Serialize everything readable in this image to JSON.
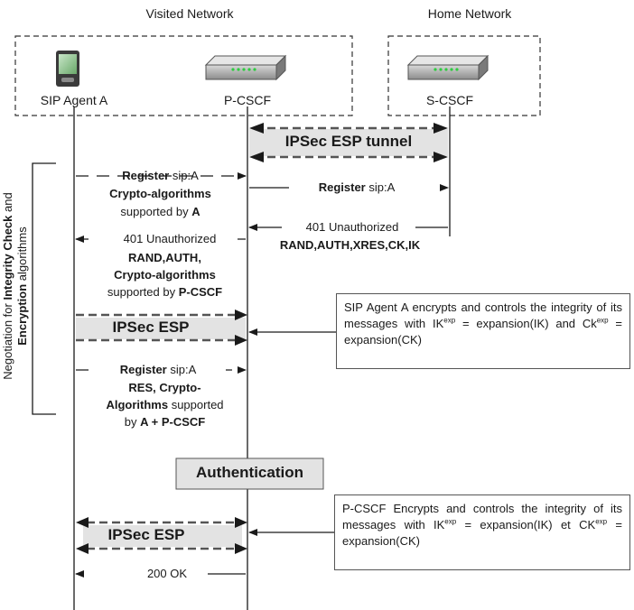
{
  "zones": {
    "visited": "Visited Network",
    "home": "Home Network"
  },
  "entities": {
    "agent": "SIP Agent A",
    "pcscf": "P-CSCF",
    "scscf": "S-CSCF"
  },
  "tunnel": "IPSec ESP tunnel",
  "negotiation_label": {
    "pre": "Negotiation for ",
    "b1": "Integrity Check",
    "mid": " and ",
    "b2": "Encryption",
    "post": " algorithms"
  },
  "messages": {
    "m1_bold": "Register",
    "m1_rest": " sip:A",
    "m1_line2": "Crypto-algorithms",
    "m1_line3_pre": "supported by ",
    "m1_line3_b": "A",
    "m2_bold": "Register",
    "m2_rest": " sip:A",
    "m3_line1": "401 Unauthorized",
    "m3_line2": "RAND,AUTH,XRES,CK,IK",
    "m4_line1": "401 Unauthorized",
    "m4_line2": "RAND,AUTH,",
    "m4_line3": "Crypto-algorithms",
    "m4_line4_pre": "supported by ",
    "m4_line4_b": "P-CSCF",
    "esp1": "IPSec ESP",
    "m5_bold": "Register",
    "m5_rest": " sip:A",
    "m5_line2": "RES, Crypto-",
    "m5_line3_b": "Algorithms",
    "m5_line3_rest": " supported",
    "m5_line4_pre": "by ",
    "m5_line4_b": "A + P-CSCF",
    "auth": "Authentication",
    "esp2": "IPSec ESP",
    "ok": "200 OK"
  },
  "notes": {
    "n1_a": "SIP Agent A encrypts and controls the integrity of its messages with IK",
    "n1_sup1": "exp",
    "n1_b": " = expansion(IK) and Ck",
    "n1_sup2": "exp",
    "n1_c": " = expansion(CK)",
    "n2_a": "P-CSCF Encrypts and controls the integrity of its messages with IK",
    "n2_sup1": "exp",
    "n2_b": " = expansion(IK) et CK",
    "n2_sup2": "exp",
    "n2_c": " = expansion(CK)"
  },
  "icons": [
    "pda-icon",
    "router-icon",
    "router-icon"
  ],
  "colors": {
    "lines": "#1a1a1a",
    "box_fill": "#e3e3e3",
    "dash": "#555555"
  }
}
